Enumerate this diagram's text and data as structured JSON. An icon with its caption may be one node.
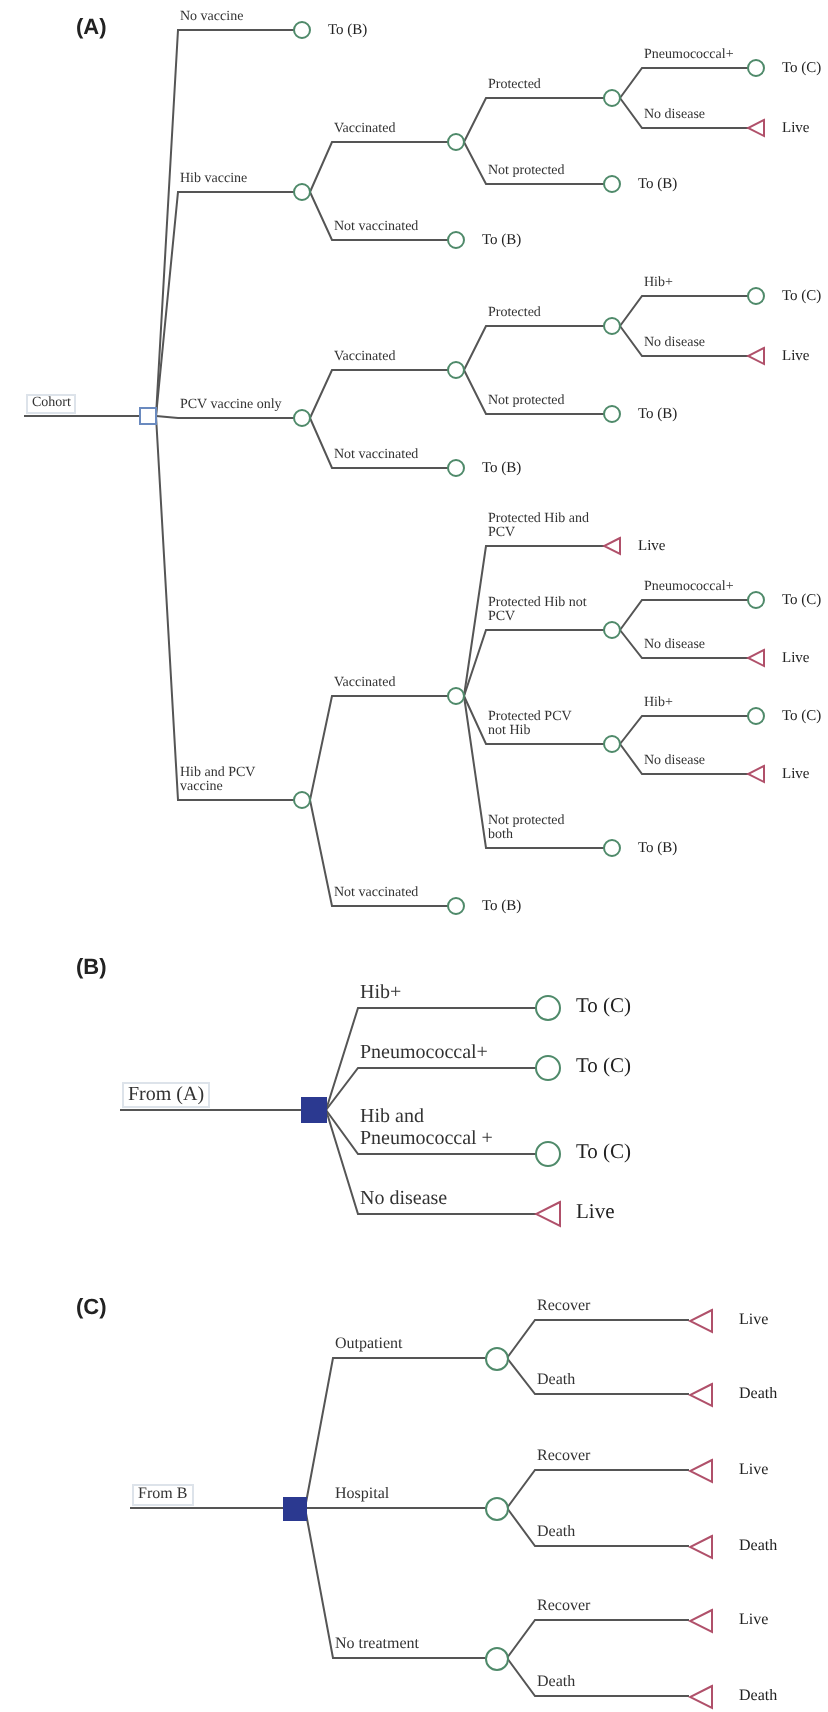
{
  "diagram": {
    "nodes": [
      {
        "text": [],
        "shape": "box"
      },
      {
        "text": [],
        "shape": "circle",
        "beside": [
          "To (B)"
        ]
      },
      {
        "text": [],
        "shape": "circle"
      },
      {
        "text": [],
        "shape": "circle"
      },
      {
        "text": [],
        "shape": "circle"
      },
      {
        "text": [],
        "shape": "circle",
        "beside": [
          "To (C)"
        ]
      },
      {
        "text": [],
        "shape": "triangle",
        "beside": [
          "Live"
        ]
      },
      {
        "text": [],
        "shape": "circle",
        "beside": [
          "To (B)"
        ]
      },
      {
        "text": [],
        "shape": "circle",
        "beside": [
          "To (B)"
        ]
      },
      {
        "text": [],
        "shape": "circle"
      },
      {
        "text": [],
        "shape": "circle"
      },
      {
        "text": [],
        "shape": "circle"
      },
      {
        "text": [],
        "shape": "circle",
        "beside": [
          "To (C)"
        ]
      },
      {
        "text": [],
        "shape": "triangle",
        "beside": [
          "Live"
        ]
      },
      {
        "text": [],
        "shape": "circle",
        "beside": [
          "To (B)"
        ]
      },
      {
        "text": [],
        "shape": "circle",
        "beside": [
          "To (B)"
        ]
      },
      {
        "text": [],
        "shape": "circle"
      },
      {
        "text": [],
        "shape": "circle"
      },
      {
        "text": [],
        "shape": "triangle",
        "beside": [
          "Live"
        ]
      },
      {
        "text": [],
        "shape": "circle"
      },
      {
        "text": [],
        "shape": "circle",
        "beside": [
          "To (C)"
        ]
      },
      {
        "text": [],
        "shape": "triangle",
        "beside": [
          "Live"
        ]
      },
      {
        "text": [],
        "shape": "circle"
      },
      {
        "text": [],
        "shape": "circle",
        "beside": [
          "To (C)"
        ]
      },
      {
        "text": [],
        "shape": "triangle",
        "beside": [
          "Live"
        ]
      },
      {
        "text": [],
        "shape": "circle",
        "beside": [
          "To (B)"
        ]
      },
      {
        "text": [],
        "shape": "circle",
        "beside": [
          "To (B)"
        ]
      },
      {
        "text": [],
        "shape": "box"
      },
      {
        "text": [],
        "shape": "circle",
        "beside": [
          "To (C)"
        ]
      },
      {
        "text": [],
        "shape": "circle",
        "beside": [
          "To (C)"
        ]
      },
      {
        "text": [],
        "shape": "circle",
        "beside": [
          "To (C)"
        ]
      },
      {
        "text": [],
        "shape": "triangle",
        "beside": [
          "Live"
        ]
      },
      {
        "text": [],
        "shape": "box"
      },
      {
        "text": [],
        "shape": "circle"
      },
      {
        "text": [],
        "shape": "triangle",
        "beside": [
          "Live"
        ]
      },
      {
        "text": [],
        "shape": "triangle",
        "beside": [
          "Death"
        ]
      },
      {
        "text": [],
        "shape": "circle"
      },
      {
        "text": [],
        "shape": "triangle",
        "beside": [
          "Live"
        ]
      },
      {
        "text": [],
        "shape": "triangle",
        "beside": [
          "Death"
        ]
      },
      {
        "text": [],
        "shape": "circle"
      },
      {
        "text": [],
        "shape": "triangle",
        "beside": [
          "Live"
        ]
      },
      {
        "text": [],
        "shape": "triangle",
        "beside": [
          "Death"
        ]
      }
    ],
    "edges": [
      {
        "from": null,
        "to": 0,
        "arrow": "none",
        "label": "Cohort"
      },
      {
        "from": 0,
        "to": 1,
        "arrow": "none",
        "label": "No vaccine"
      },
      {
        "from": 0,
        "to": 2,
        "arrow": "none",
        "label": "Hib vaccine"
      },
      {
        "from": 2,
        "to": 3,
        "arrow": "none",
        "label": "Vaccinated"
      },
      {
        "from": 3,
        "to": 4,
        "arrow": "none",
        "label": "Protected"
      },
      {
        "from": 4,
        "to": 5,
        "arrow": "none",
        "label": "Pneumococcal+"
      },
      {
        "from": 4,
        "to": 6,
        "arrow": "none",
        "label": "No disease"
      },
      {
        "from": 3,
        "to": 7,
        "arrow": "none",
        "label": "Not protected"
      },
      {
        "from": 2,
        "to": 8,
        "arrow": "none",
        "label": "Not vaccinated"
      },
      {
        "from": 0,
        "to": 9,
        "arrow": "none",
        "label": "PCV vaccine only"
      },
      {
        "from": 9,
        "to": 10,
        "arrow": "none",
        "label": "Vaccinated"
      },
      {
        "from": 10,
        "to": 11,
        "arrow": "none",
        "label": "Protected"
      },
      {
        "from": 11,
        "to": 12,
        "arrow": "none",
        "label": "Hib+"
      },
      {
        "from": 11,
        "to": 13,
        "arrow": "none",
        "label": "No disease"
      },
      {
        "from": 10,
        "to": 14,
        "arrow": "none",
        "label": "Not protected"
      },
      {
        "from": 9,
        "to": 15,
        "arrow": "none",
        "label": "Not vaccinated"
      },
      {
        "from": 0,
        "to": 16,
        "arrow": "none",
        "label": "Hib and PCV vaccine"
      },
      {
        "from": 16,
        "to": 17,
        "arrow": "none",
        "label": "Vaccinated"
      },
      {
        "from": 17,
        "to": 18,
        "arrow": "none",
        "label": "Protected Hib and PCV"
      },
      {
        "from": 17,
        "to": 19,
        "arrow": "none",
        "label": "Protected Hib not PCV"
      },
      {
        "from": 19,
        "to": 20,
        "arrow": "none",
        "label": "Pneumococcal+"
      },
      {
        "from": 19,
        "to": 21,
        "arrow": "none",
        "label": "No disease"
      },
      {
        "from": 17,
        "to": 22,
        "arrow": "none",
        "label": "Protected PCV not Hib"
      },
      {
        "from": 22,
        "to": 23,
        "arrow": "none",
        "label": "Hib+"
      },
      {
        "from": 22,
        "to": 24,
        "arrow": "none",
        "label": "No disease"
      },
      {
        "from": 17,
        "to": 25,
        "arrow": "none",
        "label": "Not protected both"
      },
      {
        "from": 16,
        "to": 26,
        "arrow": "none",
        "label": "Not vaccinated"
      },
      {
        "from": null,
        "to": 27,
        "arrow": "none",
        "label": "From (A)"
      },
      {
        "from": 27,
        "to": 28,
        "arrow": "none",
        "label": "Hib+"
      },
      {
        "from": 27,
        "to": 29,
        "arrow": "none",
        "label": "Pneumococcal+"
      },
      {
        "from": 27,
        "to": 30,
        "arrow": "none",
        "label": "Hib and Pneumococcal +"
      },
      {
        "from": 27,
        "to": 31,
        "arrow": "none",
        "label": "No disease"
      },
      {
        "from": null,
        "to": 32,
        "arrow": "none",
        "label": "From B"
      },
      {
        "from": 32,
        "to": 33,
        "arrow": "none",
        "label": "Outpatient"
      },
      {
        "from": 33,
        "to": 34,
        "arrow": "none",
        "label": "Recover"
      },
      {
        "from": 33,
        "to": 35,
        "arrow": "none",
        "label": "Death"
      },
      {
        "from": 32,
        "to": 36,
        "arrow": "none",
        "label": "Hospital"
      },
      {
        "from": 36,
        "to": 37,
        "arrow": "none",
        "label": "Recover"
      },
      {
        "from": 36,
        "to": 38,
        "arrow": "none",
        "label": "Death"
      },
      {
        "from": 32,
        "to": 39,
        "arrow": "none",
        "label": "No treatment"
      },
      {
        "from": 39,
        "to": 40,
        "arrow": "none",
        "label": "Recover"
      },
      {
        "from": 39,
        "to": 41,
        "arrow": "none",
        "label": "Death"
      }
    ],
    "labels": [
      "(A)",
      "(B)",
      "(C)"
    ]
  }
}
